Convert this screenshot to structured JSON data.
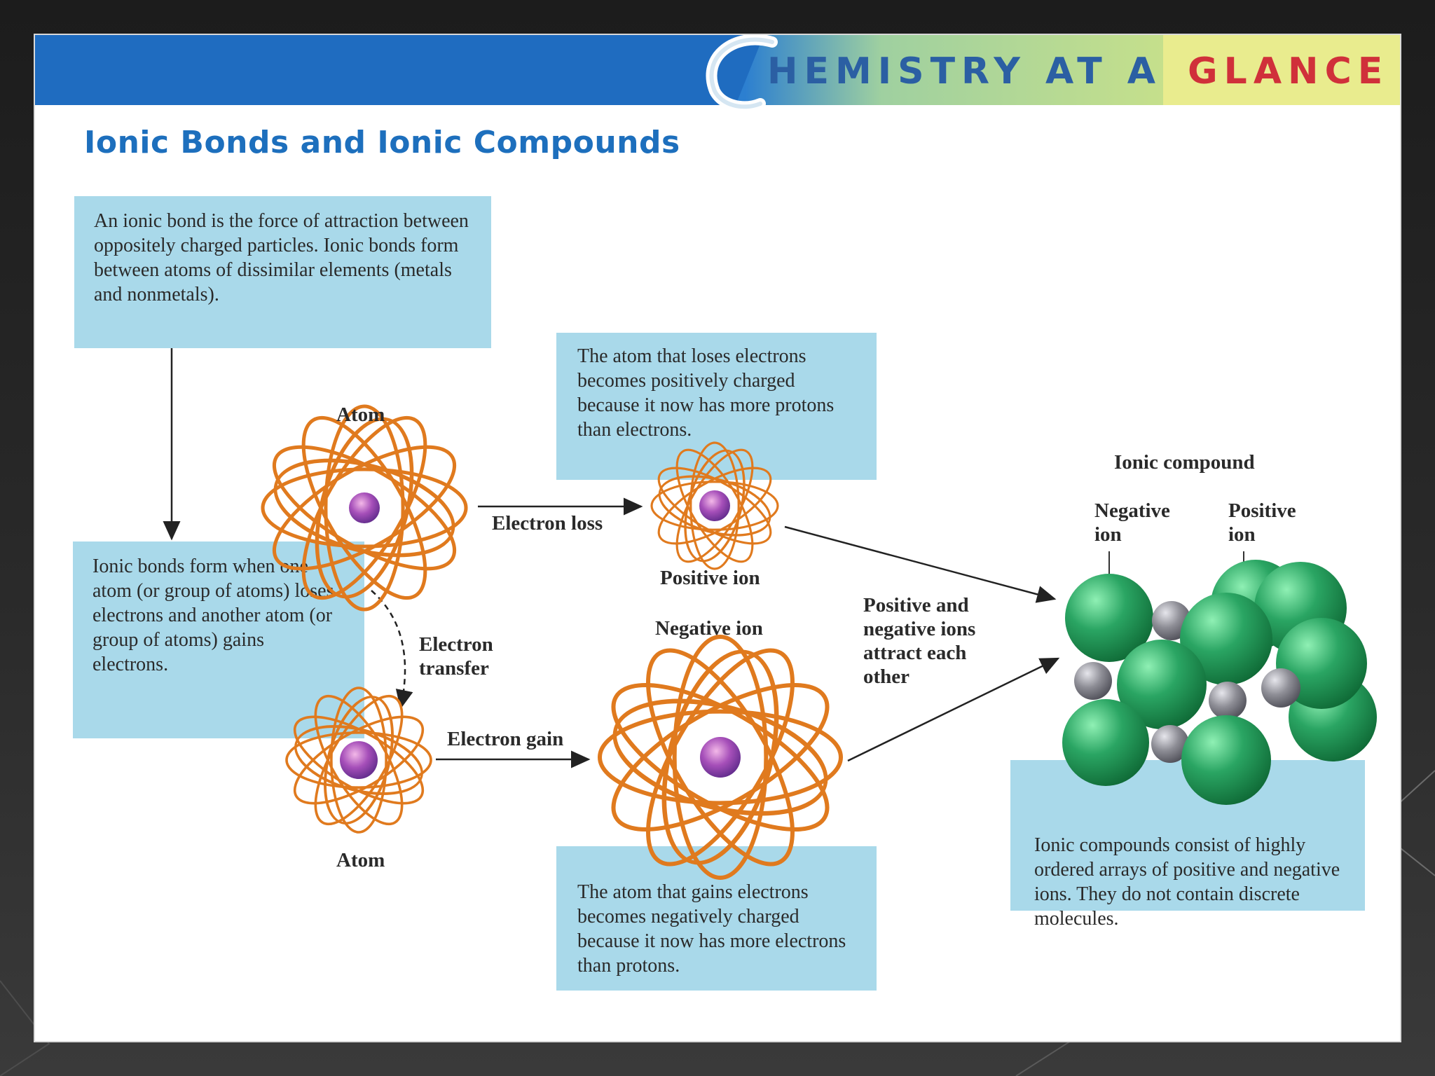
{
  "banner": {
    "prefix_letter": "C",
    "word_left": "HEMISTRY AT A",
    "word_right": "GLANCE"
  },
  "page": {
    "title": "Ionic Bonds and Ionic Compounds"
  },
  "boxes": {
    "definition": "An ionic bond is the force of attraction between oppositely charged particles. Ionic bonds form between atoms of dissimilar elements (metals and nonmetals).",
    "formation": "Ionic bonds form when one atom (or group of atoms) loses electrons and another atom (or group of atoms) gains electrons.",
    "positive_explain": "The atom that loses electrons becomes positively charged because it now has more protons than electrons.",
    "negative_explain": "The atom that gains electrons becomes negatively charged because it now has more electrons than protons.",
    "compound_explain": "Ionic compounds consist of highly ordered arrays of positive and negative ions. They do not contain discrete molecules."
  },
  "labels": {
    "atom_top": "Atom",
    "atom_bottom": "Atom",
    "electron_loss": "Electron loss",
    "electron_gain": "Electron gain",
    "electron_transfer": "Electron transfer",
    "positive_ion": "Positive ion",
    "negative_ion": "Negative ion",
    "attract": "Positive and negative ions attract each other",
    "ionic_compound": "Ionic compound",
    "lattice_negative": "Negative ion",
    "lattice_positive": "Positive ion"
  },
  "colors": {
    "banner_blue": "#1f6cc0",
    "banner_green": "#b8d98a",
    "banner_yellow": "#e9ec8e",
    "box_fill": "#a9d9ea",
    "title_blue": "#1d6fbd",
    "orbit_orange": "#e07a1e",
    "sphere_green": "#2aa563",
    "sphere_gray": "#8e8e96"
  }
}
